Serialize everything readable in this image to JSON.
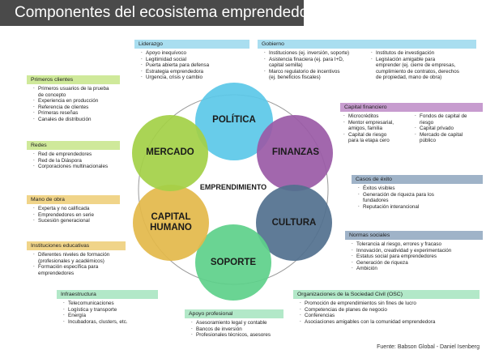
{
  "title": "Componentes del ecosistema emprendedor",
  "center_label": "EMPRENDIMIENTO",
  "source": "Fuente: Babson Global - Daniel Isenberg",
  "circles": {
    "politica": {
      "label": "POLÍTICA",
      "color": "#5bc8e8"
    },
    "finanzas": {
      "label": "FINANZAS",
      "color": "#9a5aa6"
    },
    "cultura": {
      "label": "CULTURA",
      "color": "#51708e"
    },
    "soporte": {
      "label": "SOPORTE",
      "color": "#5dd08a"
    },
    "capital": {
      "line1": "CAPITAL",
      "line2": "HUMANO",
      "color": "#e3b84a"
    },
    "mercado": {
      "label": "MERCADO",
      "color": "#a3d046"
    }
  },
  "boxes": {
    "liderazgo": {
      "title": "Liderazgo",
      "color": "#a9def0",
      "items": [
        "Apoyo inequívoco",
        "Legitimidad social",
        "Puerta abierta para defensa",
        "Estrategia emprendedora",
        "Urgencia, crisis y cambio"
      ]
    },
    "gobierno": {
      "title": "Gobierno",
      "color": "#a9def0",
      "col1": [
        "Instituciones (ej. inversión, soporte)",
        "Asistencia finaciera (ej. para I+D,",
        "capital semilla)",
        "Marco regulatorio de incentivos",
        "(ej. beneficios fiscales)"
      ],
      "col2": [
        "Institutos de investigación",
        "Legislación amigable para",
        "emprender (ej. cierre de empresas,",
        "cumplimiento de contratos, derechos",
        "de propiedad, mano de obra)"
      ]
    },
    "primeros": {
      "title": "Primeros clientes",
      "color": "#cfe99a",
      "items": [
        "Primeros usuarios de la prueba",
        "de concepto",
        "Experiencia en producción",
        "Referencia de clientes",
        "Primeras reseñas",
        "Canales de distribución"
      ]
    },
    "redes": {
      "title": "Redes",
      "color": "#cfe99a",
      "items": [
        "Red de emprendedores",
        "Red de la Diáspora",
        "Corporaciones multinacionales"
      ]
    },
    "mano": {
      "title": "Mano de obra",
      "color": "#f0d489",
      "items": [
        "Experta y no calificada",
        "Emprendedores en serie",
        "Sucesión generacional"
      ]
    },
    "instituciones": {
      "title": "Instituciones educativas",
      "color": "#f0d489",
      "items": [
        "Diferentes niveles de formación",
        "(profesionales y académicos)",
        "Formación específica para",
        "emprendedores"
      ]
    },
    "infra": {
      "title": "Infraestructura",
      "color": "#b2e8c8",
      "items": [
        "Telecomunicaciones",
        "Logística y transporte",
        "Energía",
        "Incubadoras, clusters, etc."
      ]
    },
    "apoyo": {
      "title": "Apoyo profesional",
      "color": "#b2e8c8",
      "items": [
        "Asesoramiento legal y contable",
        "Bancos de inversión",
        "Profesionales técnicos, asesores"
      ]
    },
    "osc": {
      "title": "Organizaciones de la Sociedad Civil (OSC)",
      "color": "#b2e8c8",
      "items": [
        "Promoción de emprendimientos sin fines de lucro",
        "Competencias de planes de negocio",
        "Conferencias",
        "Asociaciones amigables con la comunidad emprendedora"
      ]
    },
    "capital_fin": {
      "title": "Capital financiero",
      "color": "#c79ccf",
      "col1": [
        "Microcréditos",
        "Mentor empresarial,",
        "amigos, familia",
        "Capital de riesgo",
        "para la etapa cero"
      ],
      "col2": [
        "Fondos de capital de",
        "riesgo",
        "Capital privado",
        "Mercado de capital",
        "público"
      ]
    },
    "casos": {
      "title": "Casos de éxito",
      "color": "#9fb3c8",
      "items": [
        "Éxitos visibles",
        "Generación de riqueza para los",
        "fundadores",
        "Reputación interancional"
      ]
    },
    "normas": {
      "title": "Normas sociales",
      "color": "#9fb3c8",
      "items": [
        "Tolerancia al riesgo, errores y fracaso",
        "Innovación, creatividad y experimentación",
        "Estatus social para emprendedores",
        "Generación de riqueza",
        "Ambición"
      ]
    }
  }
}
